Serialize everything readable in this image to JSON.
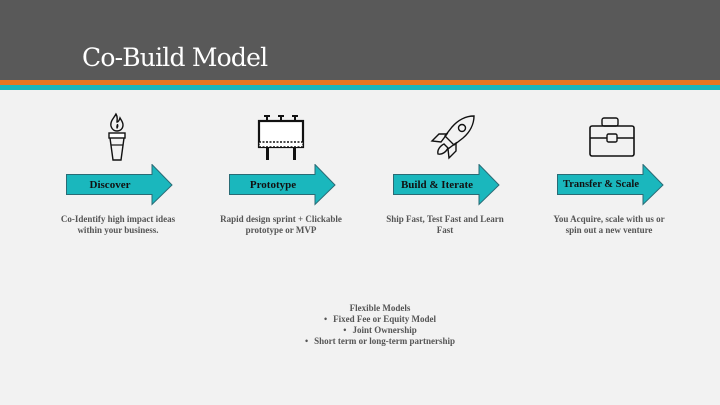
{
  "slide": {
    "title": "Co-Build Model",
    "colors": {
      "header_bg": "#595959",
      "accent_orange": "#e87722",
      "accent_teal": "#1ab7bd",
      "arrow_fill": "#1ab7bd",
      "background": "#f2f2f2"
    }
  },
  "steps": [
    {
      "icon": "torch-icon",
      "label": "Discover",
      "description": "Co-Identify high impact ideas within your business."
    },
    {
      "icon": "billboard-icon",
      "label": "Prototype",
      "description": "Rapid design sprint + Clickable prototype or MVP"
    },
    {
      "icon": "rocket-icon",
      "label": "Build & Iterate",
      "description": "Ship Fast, Test Fast and Learn Fast"
    },
    {
      "icon": "briefcase-icon",
      "label": "Transfer & Scale",
      "description": "You Acquire, scale with us or spin out a new venture"
    }
  ],
  "flexible_models": {
    "heading": "Flexible Models",
    "bullet": "•",
    "items": [
      "Fixed Fee or Equity Model",
      "Joint Ownership",
      "Short term or long-term partnership"
    ]
  }
}
